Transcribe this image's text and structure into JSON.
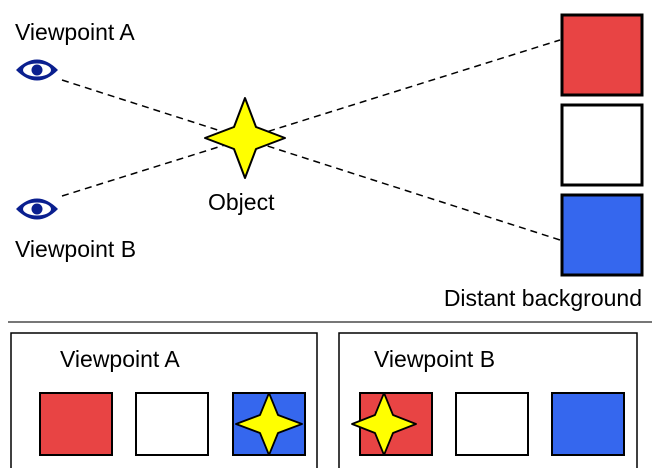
{
  "labels": {
    "viewpoint_a": "Viewpoint A",
    "viewpoint_b": "Viewpoint B",
    "object": "Object",
    "distant_background": "Distant background"
  },
  "panels": {
    "panel_a_title": "Viewpoint A",
    "panel_b_title": "Viewpoint B"
  },
  "icons": {
    "eye": "eye-icon",
    "star": "star-icon"
  },
  "colors": {
    "red": "#e84444",
    "white": "#ffffff",
    "blue": "#3567ee",
    "star_fill": "#ffff00",
    "eye": "#0a1f8f",
    "stroke": "#000000"
  }
}
